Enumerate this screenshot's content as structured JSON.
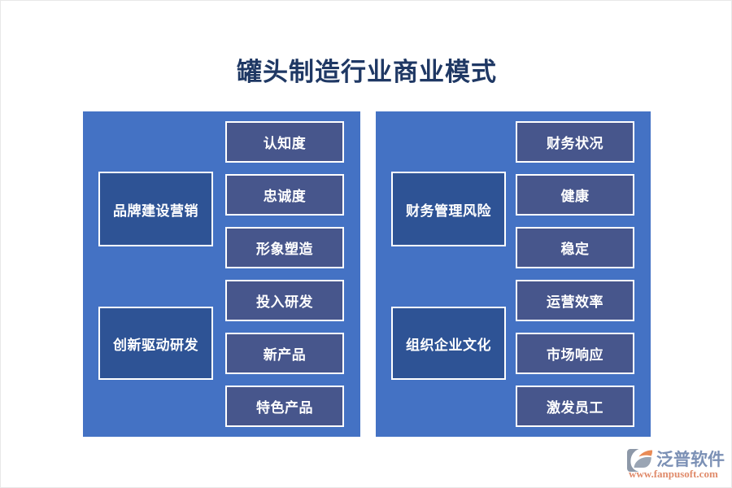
{
  "page": {
    "title": "罐头制造行业商业模式",
    "background_color": "#ffffff",
    "title_color": "#1f3864"
  },
  "colors": {
    "panel": "#4472c4",
    "category_box": "#2e5395",
    "item_box": "#47568c",
    "box_border": "#ffffff",
    "box_text": "#ffffff",
    "logo_text": "#7b90b5",
    "logo_url": "#e08b6b"
  },
  "panels": [
    {
      "name": "left-panel",
      "groups": [
        {
          "category": "品牌建设营销",
          "items": [
            "认知度",
            "忠诚度",
            "形象塑造"
          ]
        },
        {
          "category": "创新驱动研发",
          "items": [
            "投入研发",
            "新产品",
            "特色产品"
          ]
        }
      ]
    },
    {
      "name": "right-panel",
      "groups": [
        {
          "category": "财务管理风险",
          "items": [
            "财务状况",
            "健康",
            "稳定"
          ]
        },
        {
          "category": "组织企业文化",
          "items": [
            "运营效率",
            "市场响应",
            "激发员工"
          ]
        }
      ]
    }
  ],
  "logo": {
    "icon": "fanpu-c-mark-icon",
    "name": "泛普软件",
    "url": "www.fanpusoft.com"
  }
}
